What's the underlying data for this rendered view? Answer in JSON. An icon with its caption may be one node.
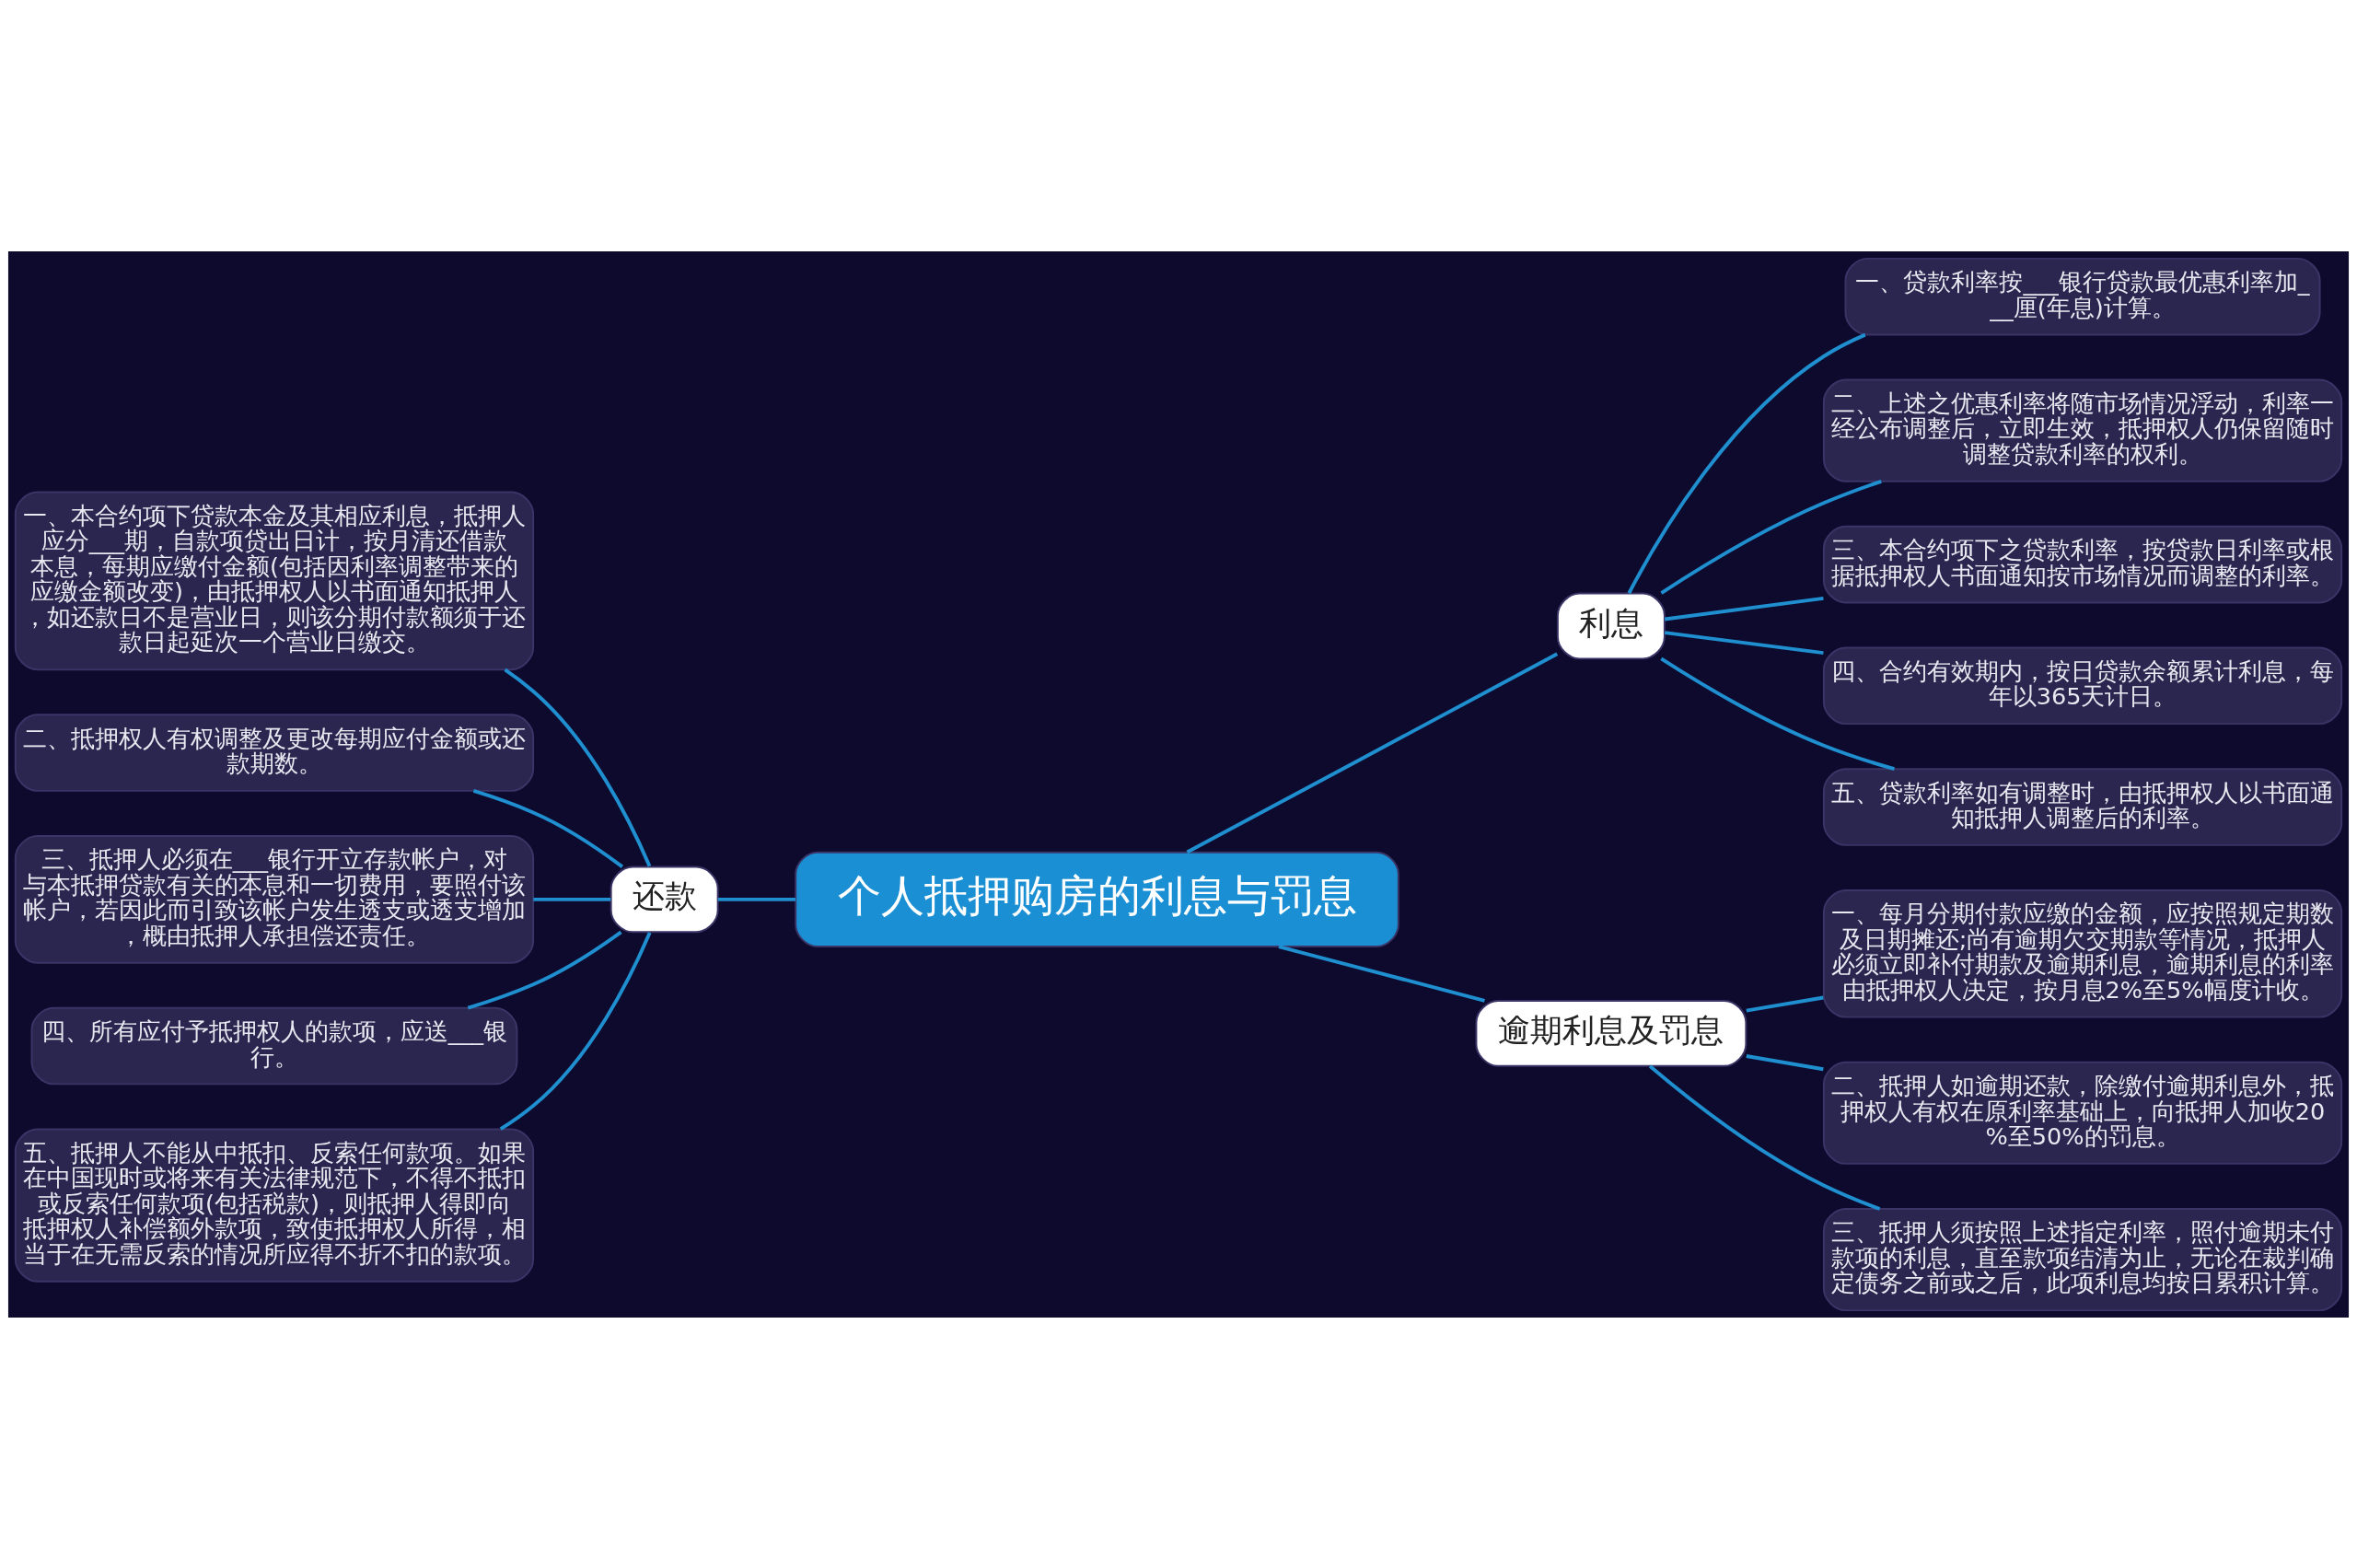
{
  "diagram": {
    "nodes": [
      {
        "text": [
          "个人抵押购房的利息与罚息"
        ]
      },
      {
        "text": [
          "利息"
        ]
      },
      {
        "text": [
          "一、贷款利率按___银行贷款最优惠利率加___厘(年息)计算。"
        ]
      },
      {
        "text": [
          "二、上述之优惠利率将随市场情况浮动，利率一经公布调整后，立即生效，抵押权人仍保留随时调整贷款利率的权利。"
        ]
      },
      {
        "text": [
          "三、本合约项下之贷款利率，按贷款日利率或根据抵押权人书面通知按市场情况而调整的利率。"
        ]
      },
      {
        "text": [
          "四、合约有效期内，按日贷款余额累计利息，每年以365天计日。"
        ]
      },
      {
        "text": [
          "五、贷款利率如有调整时，由抵押权人以书面通知抵押人调整后的利率。"
        ]
      },
      {
        "text": [
          "逾期利息及罚息"
        ]
      },
      {
        "text": [
          "一、每月分期付款应缴的金额，应按照规定期数及日期摊还;尚有逾期欠交期款等情况，抵押人必须立即补付期款及逾期利息，逾期利息的利率由抵押权人决定，按月息2%至5%幅度计收。"
        ]
      },
      {
        "text": [
          "二、抵押人如逾期还款，除缴付逾期利息外，抵押权人有权在原利率基础上，向抵押人加收20%至50%的罚息。"
        ]
      },
      {
        "text": [
          "三、抵押人须按照上述指定利率，照付逾期未付款项的利息，直至款项结清为止，无论在裁判确定债务之前或之后，此项利息均按日累积计算。"
        ]
      },
      {
        "text": [
          "还款"
        ]
      },
      {
        "text": [
          "一、本合约项下贷款本金及其相应利息，抵押人应分___期，自款项贷出日计，按月清还借款本息，每期应缴付金额(包括因利率调整带来的应缴金额改变)，由抵押权人以书面通知抵押人，如还款日不是营业日，则该分期付款额须于还款日起延次一个营业日缴交。"
        ]
      },
      {
        "text": [
          "二、抵押权人有权调整及更改每期应付金额或还款期数。"
        ]
      },
      {
        "text": [
          "三、抵押人必须在___银行开立存款帐户，对与本抵押贷款有关的本息和一切费用，要照付该帐户，若因此而引致该帐户发生透支或透支增加，概由抵押人承担偿还责任。"
        ]
      },
      {
        "text": [
          "四、所有应付予抵押权人的款项，应送___银行。"
        ]
      },
      {
        "text": [
          "五、抵押人不能从中抵扣、反索任何款项。如果在中国现时或将来有关法律规范下，不得不抵扣或反索任何款项(包括税款)，则抵押人得即向抵押权人补偿额外款项，致使抵押权人所得，相当于在无需反索的情况所应得不折不扣的款项。"
        ]
      }
    ],
    "edges": [
      {
        "from": 0,
        "to": 1,
        "arrow": "none"
      },
      {
        "from": 1,
        "to": 2,
        "arrow": "none"
      },
      {
        "from": 1,
        "to": 3,
        "arrow": "none"
      },
      {
        "from": 1,
        "to": 4,
        "arrow": "none"
      },
      {
        "from": 1,
        "to": 5,
        "arrow": "none"
      },
      {
        "from": 1,
        "to": 6,
        "arrow": "none"
      },
      {
        "from": 0,
        "to": 7,
        "arrow": "none"
      },
      {
        "from": 7,
        "to": 8,
        "arrow": "none"
      },
      {
        "from": 7,
        "to": 9,
        "arrow": "none"
      },
      {
        "from": 7,
        "to": 10,
        "arrow": "none"
      },
      {
        "from": 11,
        "to": 0,
        "arrow": "none"
      },
      {
        "from": 12,
        "to": 11,
        "arrow": "none"
      },
      {
        "from": 13,
        "to": 11,
        "arrow": "none"
      },
      {
        "from": 14,
        "to": 11,
        "arrow": "none"
      },
      {
        "from": 15,
        "to": 11,
        "arrow": "none"
      },
      {
        "from": 16,
        "to": 11,
        "arrow": "none"
      }
    ]
  }
}
